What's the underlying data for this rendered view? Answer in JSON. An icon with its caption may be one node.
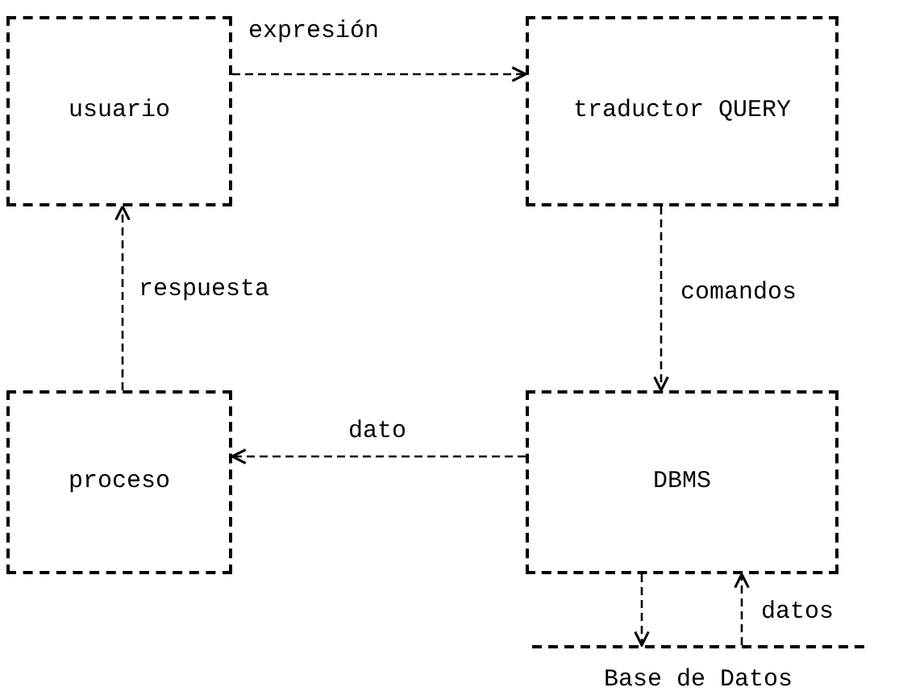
{
  "diagram": {
    "nodes": [
      {
        "text": [
          "usuario"
        ]
      },
      {
        "text": [
          "traductor QUERY"
        ]
      },
      {
        "text": [
          "proceso"
        ]
      },
      {
        "text": [
          "DBMS"
        ]
      },
      {
        "text": [
          "Base de Datos"
        ]
      }
    ],
    "edges": [
      {
        "from": 0,
        "to": 1,
        "arrow": "to",
        "label": "expresión"
      },
      {
        "from": 1,
        "to": 3,
        "arrow": "to",
        "label": "comandos"
      },
      {
        "from": 3,
        "to": 2,
        "arrow": "to",
        "label": "dato"
      },
      {
        "from": 2,
        "to": 0,
        "arrow": "to",
        "label": "respuesta"
      },
      {
        "from": 3,
        "to": 4,
        "arrow": "to"
      },
      {
        "from": 4,
        "to": 3,
        "arrow": "to",
        "label": "datos"
      }
    ]
  }
}
